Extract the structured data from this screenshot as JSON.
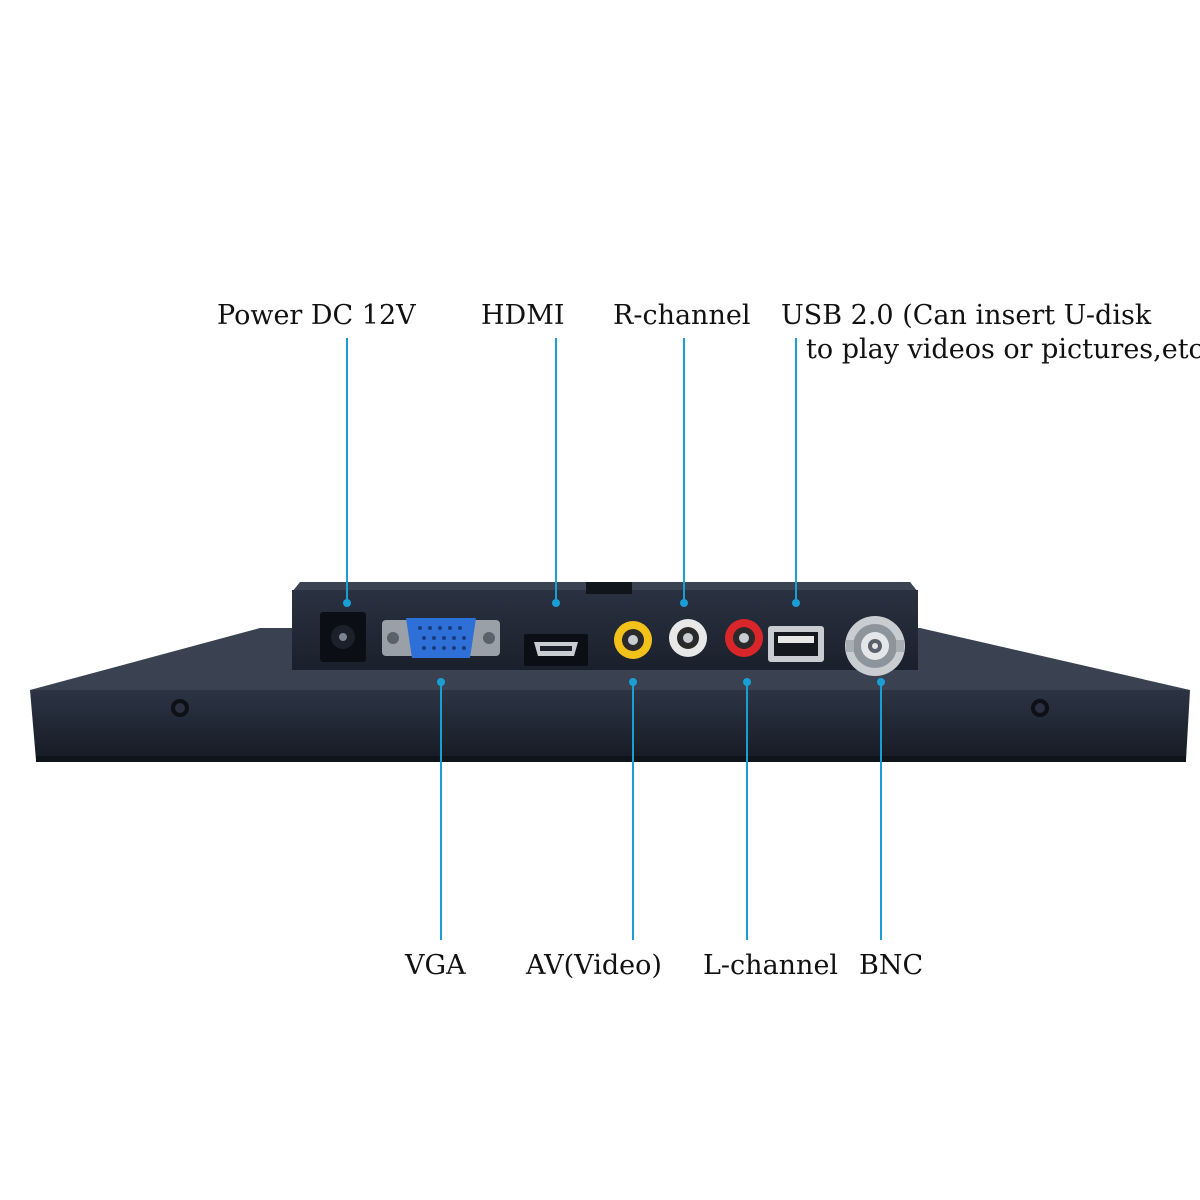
{
  "colors": {
    "leader_line": "#1a9fd4",
    "device_body": "#1e2532",
    "device_top": "#2a3242",
    "port_dark": "#0b0e14",
    "vga_blue": "#2f6fd8",
    "rca_yellow": "#f2c21a",
    "rca_white": "#e8e8e8",
    "rca_red": "#d8262b",
    "metal": "#c9ccd1"
  },
  "labels": {
    "power": "Power DC 12V",
    "hdmi": "HDMI",
    "r_channel": "R-channel",
    "usb_line1": "USB 2.0 (Can insert U-disk",
    "usb_line2": "to play videos or pictures,etc.)",
    "vga": "VGA",
    "av": "AV(Video)",
    "l_channel": "L-channel",
    "bnc": "BNC"
  },
  "ports": [
    {
      "name": "power-dc-jack",
      "icon": "dc-jack-icon"
    },
    {
      "name": "vga-port",
      "icon": "vga-connector-icon"
    },
    {
      "name": "hdmi-port",
      "icon": "hdmi-connector-icon"
    },
    {
      "name": "av-video-port",
      "icon": "rca-yellow-icon"
    },
    {
      "name": "r-channel-port",
      "icon": "rca-white-icon"
    },
    {
      "name": "l-channel-port",
      "icon": "rca-red-icon"
    },
    {
      "name": "usb-port",
      "icon": "usb-connector-icon"
    },
    {
      "name": "bnc-port",
      "icon": "bnc-connector-icon"
    }
  ]
}
